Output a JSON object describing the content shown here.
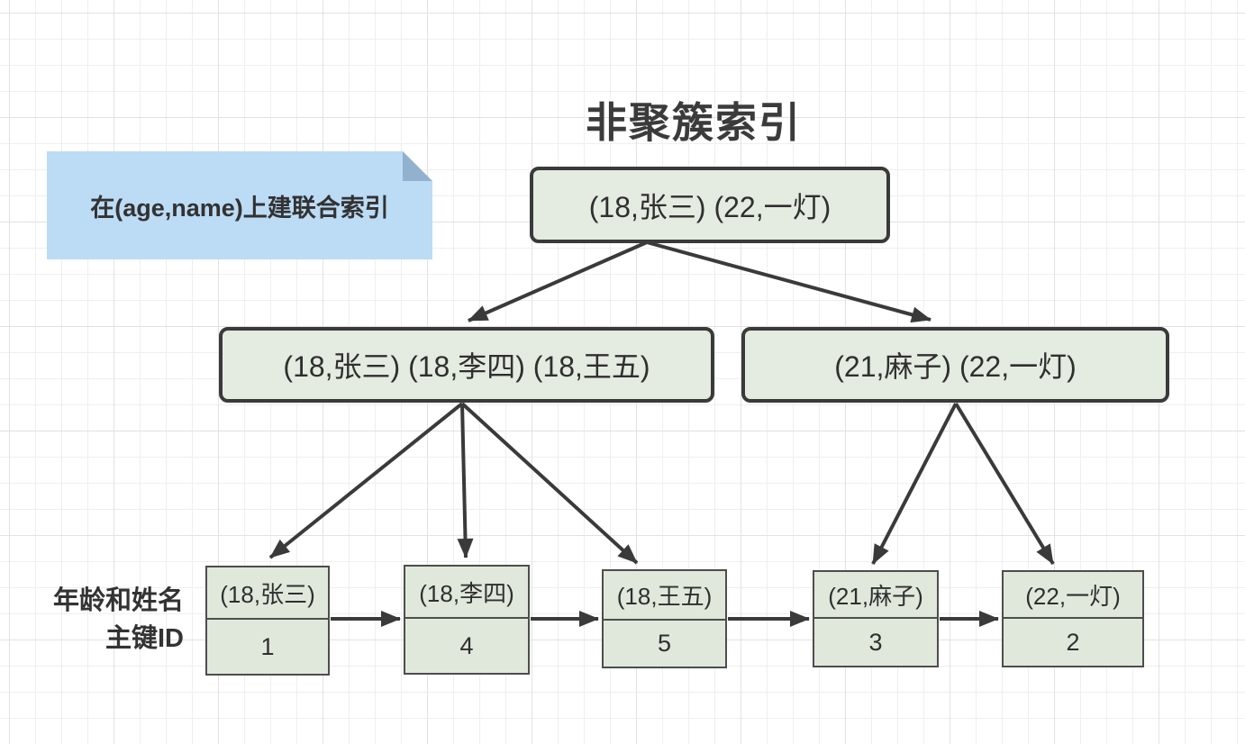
{
  "title": "非聚簇索引",
  "note": {
    "text": "在(age,name)上建联合索引"
  },
  "tree": {
    "root": {
      "label": "(18,张三) (22,一灯)"
    },
    "internal_left": {
      "label": "(18,张三) (18,李四) (18,王五)"
    },
    "internal_right": {
      "label": "(21,麻子) (22,一灯)"
    }
  },
  "leaves": [
    {
      "key": "(18,张三)",
      "id": "1"
    },
    {
      "key": "(18,李四)",
      "id": "4"
    },
    {
      "key": "(18,王五)",
      "id": "5"
    },
    {
      "key": "(21,麻子)",
      "id": "3"
    },
    {
      "key": "(22,一灯)",
      "id": "2"
    }
  ],
  "side_labels": {
    "line1": "年龄和姓名",
    "line2": "主键ID"
  },
  "colors": {
    "node_fill": "#e4ebe1",
    "node_border": "#3a3a3a",
    "leaf_fill": "#e0e8dc",
    "leaf_border": "#4d4d4d",
    "note_fill": "#bcdbf5",
    "note_fold": "#92b1cf",
    "arrow": "#3a3a3a",
    "grid_line": "#efefef",
    "text": "#2f2f2f"
  }
}
